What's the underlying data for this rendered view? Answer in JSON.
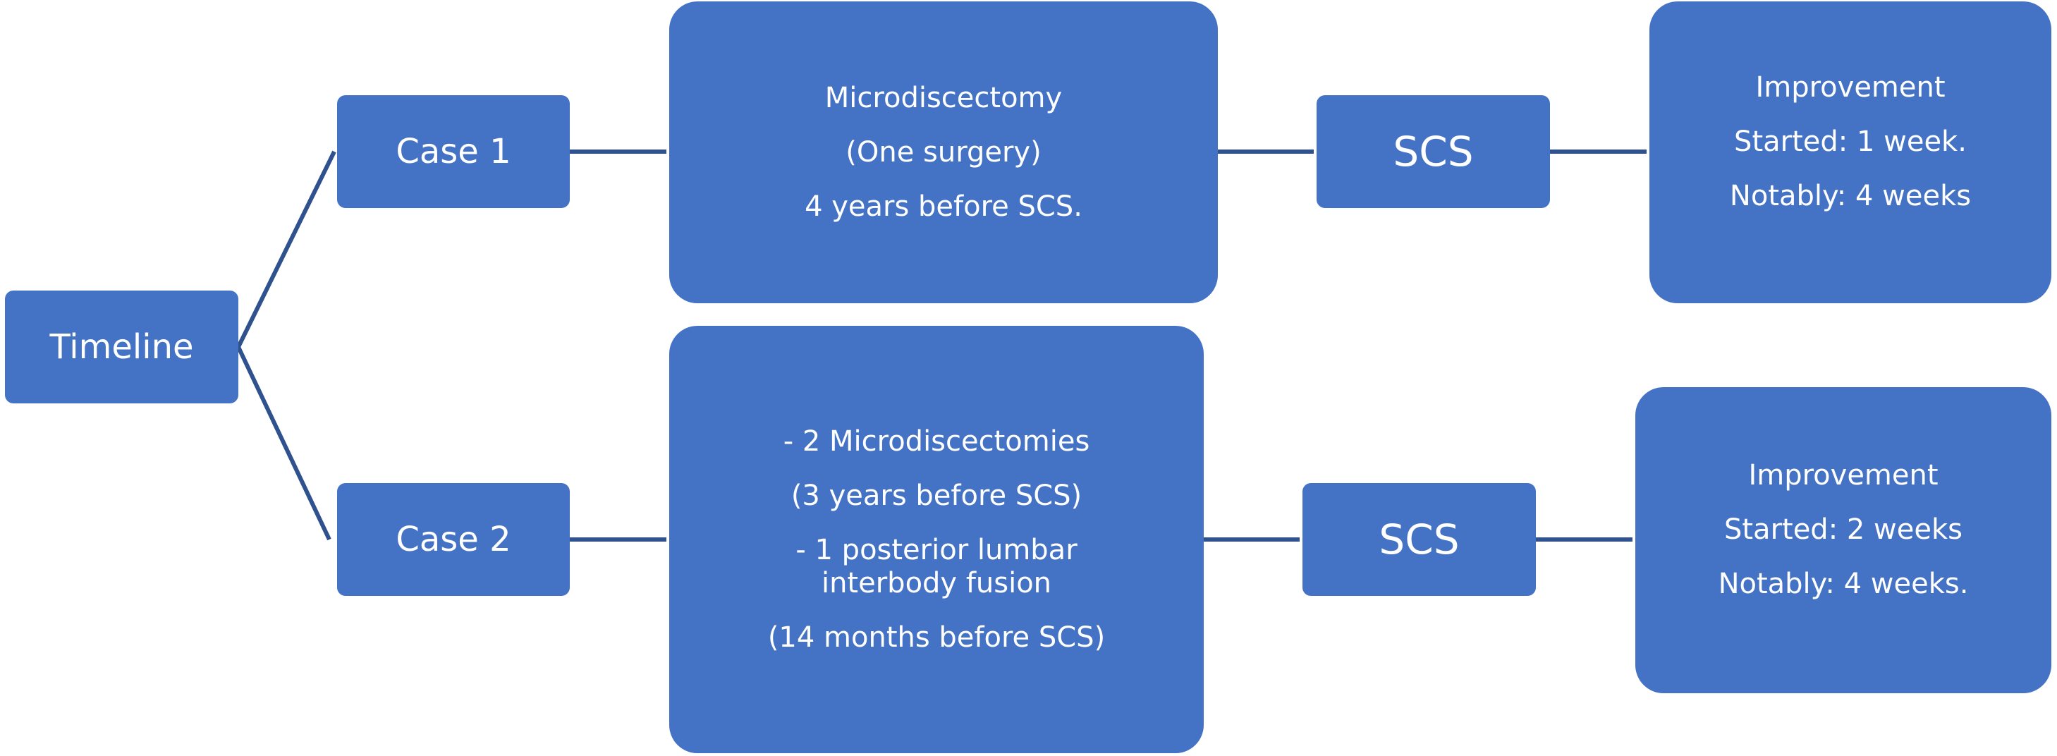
{
  "root": {
    "label": "Timeline"
  },
  "cases": [
    {
      "label": "Case 1",
      "surgery": [
        "Microdiscectomy",
        "(One surgery)",
        "4 years before SCS."
      ],
      "treatment": "SCS",
      "outcome": [
        "Improvement",
        "Started: 1 week.",
        "Notably: 4 weeks"
      ]
    },
    {
      "label": "Case 2",
      "surgery": [
        "- 2 Microdiscectomies",
        "(3 years before SCS)",
        "- 1  posterior lumbar interbody fusion",
        "(14 months before SCS)"
      ],
      "treatment": "SCS",
      "outcome": [
        "Improvement",
        "Started: 2 weeks",
        "Notably: 4 weeks."
      ]
    }
  ],
  "colors": {
    "box": "#4472c4",
    "connector": "#2f528f",
    "text": "#ffffff"
  }
}
